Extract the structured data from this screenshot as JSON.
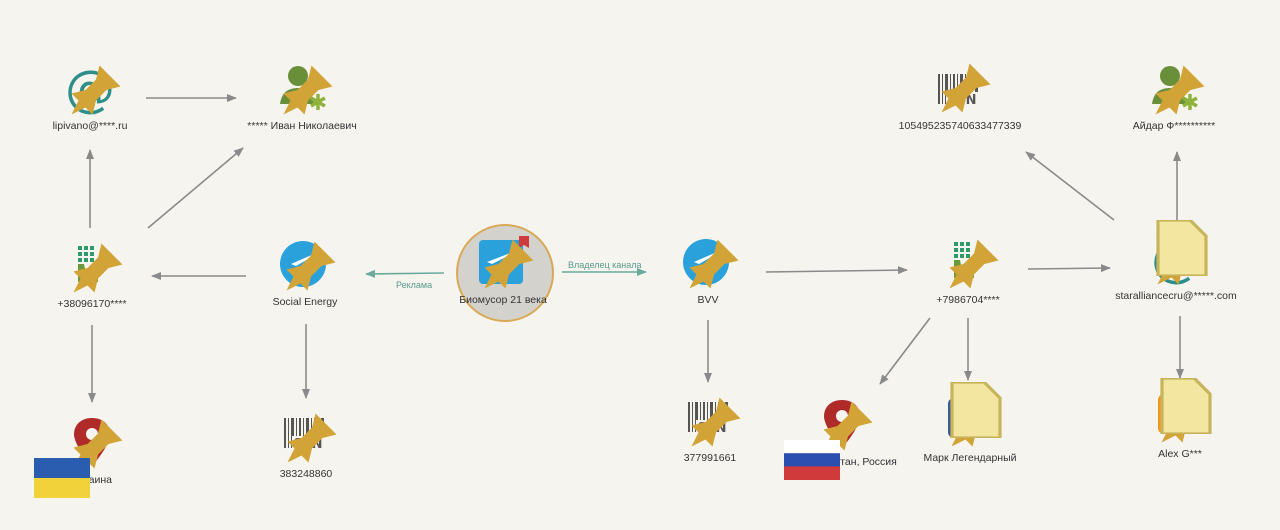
{
  "colors": {
    "edge": "#8a8a8a",
    "edge_highlight": "#6aa99c",
    "email": "#2e8f88",
    "user": "#6a8f3a",
    "telegram": "#2aa1da",
    "ssn": "#555555",
    "location": "#b02a2a",
    "pin": "#d2a336",
    "center_ring": "#d9a955",
    "facebook": "#3b5998",
    "ok": "#f5951e"
  },
  "nodes": {
    "email1": {
      "label": "lipivano@****.ru",
      "icon": "at-sign-icon"
    },
    "person1": {
      "label": "***** Иван Николаевич",
      "icon": "user-icon"
    },
    "phone1": {
      "label": "+38096170****",
      "icon": "phone-keypad-icon"
    },
    "tg_social": {
      "label": "Social Energy",
      "icon": "telegram-icon"
    },
    "center": {
      "label": "Биомусор 21 века",
      "icon": "telegram-icon"
    },
    "loc_ua": {
      "label": "Украина",
      "icon": "location-pin-icon"
    },
    "ssn1": {
      "label": "383248860",
      "icon": "ssn-barcode-icon"
    },
    "tg_bvv": {
      "label": "BVV",
      "icon": "telegram-icon"
    },
    "ssn2": {
      "label": "377991661",
      "icon": "ssn-barcode-icon"
    },
    "phone2": {
      "label": "+7986704****",
      "icon": "phone-keypad-icon"
    },
    "loc_ru": {
      "label": "Башкортостан, Россия",
      "icon": "location-pin-icon"
    },
    "facebook": {
      "label": "Марк Легендарный",
      "icon": "facebook-icon"
    },
    "ssn3": {
      "label": "10549523574063347733­9",
      "icon": "ssn-barcode-icon"
    },
    "email2": {
      "label": "staralliancecru@*****.com",
      "icon": "at-sign-icon"
    },
    "person2": {
      "label": "Айдар Ф**********",
      "icon": "user-icon"
    },
    "ok": {
      "label": "Alex G***",
      "icon": "odnoklassniki-icon"
    }
  },
  "edge_labels": {
    "ads": "Реклама",
    "owner": "Владелец канала"
  }
}
